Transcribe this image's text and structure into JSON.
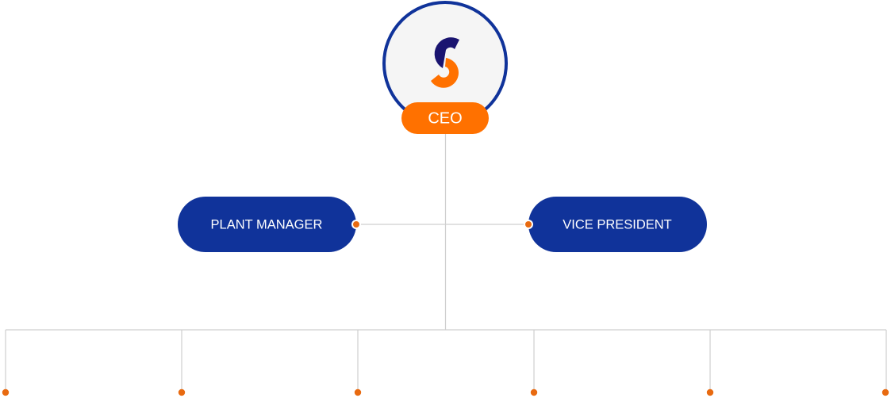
{
  "org_chart": {
    "ceo": {
      "label": "CEO",
      "logo": "s-brand-logo-icon"
    },
    "side_roles": [
      {
        "label": "PLANT MANAGER"
      },
      {
        "label": "VICE PRESIDENT"
      }
    ],
    "branch_count": 6
  },
  "colors": {
    "navy": "#10339a",
    "orange": "#ff7100",
    "dot": "#e86a10",
    "line": "#cfcfcf",
    "logo_bg": "#f5f5f5",
    "logo_dark": "#1a1470"
  }
}
